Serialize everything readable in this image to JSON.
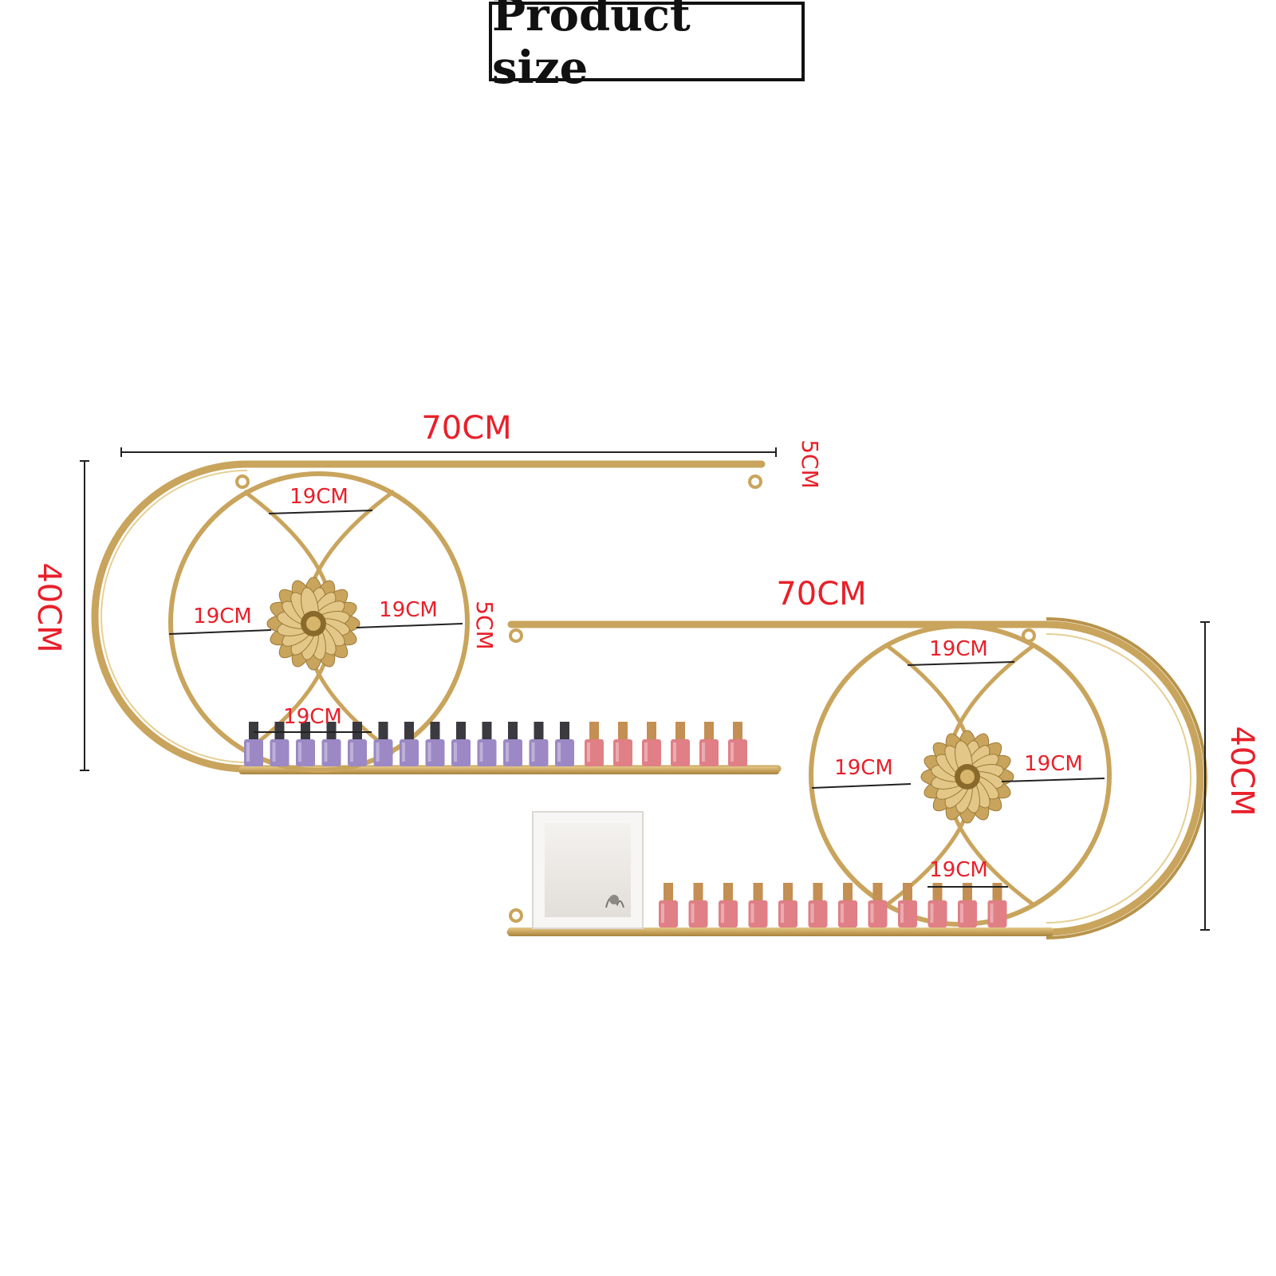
{
  "title": "Product size",
  "colors": {
    "gold": "#c9a45c",
    "gold_dark": "#a8833f",
    "dimension_text": "#e8202a",
    "dimension_line": "#222222",
    "bottle_purple": "#9b88c4",
    "bottle_pink": "#e07f86"
  },
  "shelf_left": {
    "width_label": "70CM",
    "height_label": "40CM",
    "depth_label": "5CM",
    "circle_top_label": "19CM",
    "circle_left_label": "19CM",
    "circle_right_label": "19CM",
    "circle_bottom_label": "19CM",
    "bottle_count_purple": 13,
    "bottle_count_pink": 6
  },
  "shelf_right": {
    "width_label": "70CM",
    "height_label": "40CM",
    "depth_label": "5CM",
    "circle_top_label": "19CM",
    "circle_left_label": "19CM",
    "circle_right_label": "19CM",
    "circle_bottom_label": "19CM",
    "bottle_count_pink": 12
  }
}
